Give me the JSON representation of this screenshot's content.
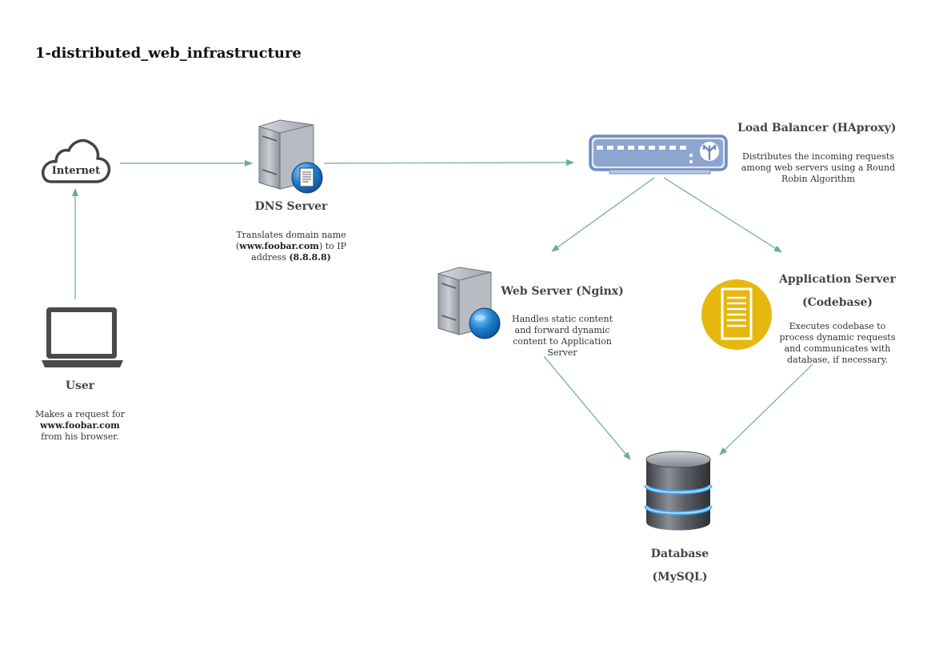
{
  "title": "1-distributed_web_infrastructure",
  "colors": {
    "arrow": "#67ab9f",
    "lb": "#6c8ebf",
    "app_icon": "#e6b80e"
  },
  "nodes": {
    "internet": {
      "label": "Internet",
      "icon": "cloud-icon"
    },
    "user": {
      "label": "User",
      "icon": "laptop-icon",
      "desc_line1": "Makes a request for",
      "desc_bold": "www.foobar.com",
      "desc_line3": "from his browser."
    },
    "dns": {
      "label": "DNS Server",
      "icon": "dns-server-icon",
      "desc_pre": "Translates domain name (",
      "desc_bold1": "www.foobar.com",
      "desc_mid": ") to IP address ",
      "desc_bold2": "(8.8.8.8)"
    },
    "load_balancer": {
      "label": "Load Balancer (HAproxy)",
      "icon": "load-balancer-icon",
      "desc": "Distributes the incoming requests among web servers using a Round Robin Algorithm"
    },
    "web_server": {
      "label": "Web Server (Nginx)",
      "icon": "web-server-icon",
      "desc": "Handles static content and forward dynamic content to Application Server"
    },
    "app_server": {
      "label_line1": "Application Server",
      "label_line2": "(Codebase)",
      "icon": "app-server-icon",
      "desc": "Executes codebase to process dynamic requests and communicates with database, if necessary."
    },
    "database": {
      "label_line1": "Database",
      "label_line2": "(MySQL)",
      "icon": "database-icon"
    }
  }
}
